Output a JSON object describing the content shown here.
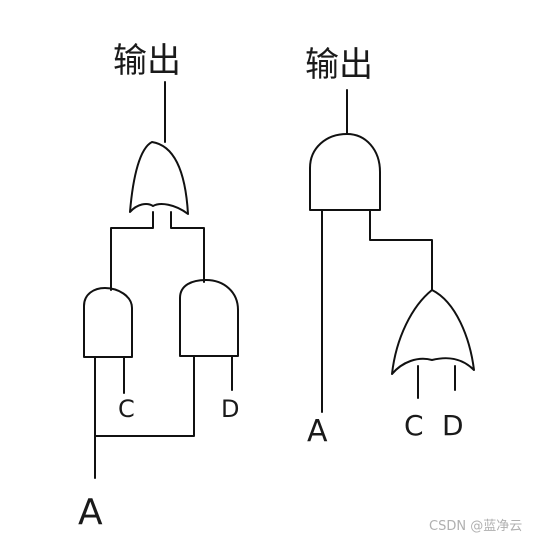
{
  "left_diagram": {
    "output_label": "输出",
    "input_a": "A",
    "input_c": "C",
    "input_d": "D"
  },
  "right_diagram": {
    "output_label": "输出",
    "input_a": "A",
    "input_c": "C",
    "input_d": "D"
  },
  "watermark": {
    "prefix": "CSDN @",
    "author": "蓝净云"
  }
}
